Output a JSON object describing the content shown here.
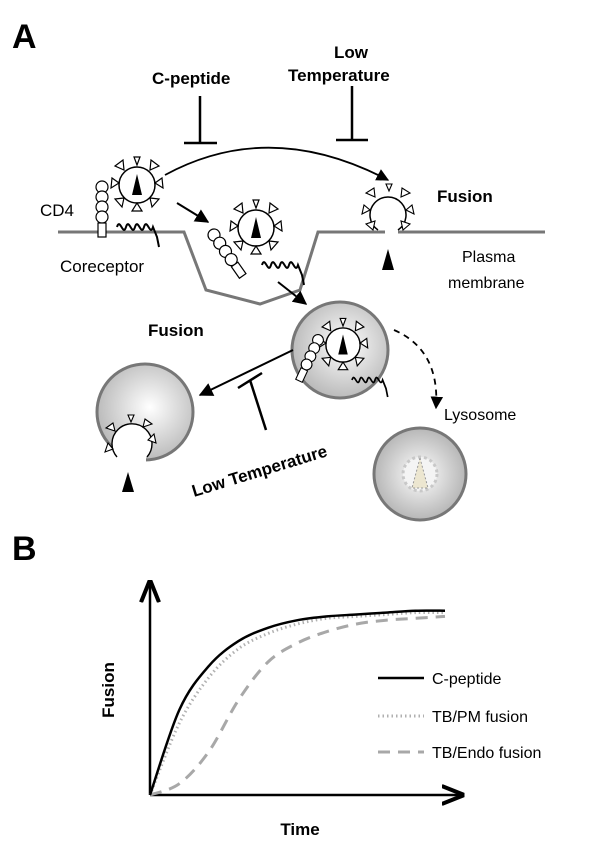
{
  "panel_a": {
    "letter": "A",
    "c_peptide": "C-peptide",
    "low_temp_top_1": "Low",
    "low_temp_top_2": "Temperature",
    "fusion_pm": "Fusion",
    "cd4": "CD4",
    "coreceptor": "Coreceptor",
    "plasma_1": "Plasma",
    "plasma_2": "membrane",
    "fusion_endo": "Fusion",
    "lysosome": "Lysosome",
    "low_temp_bottom": "Low Temperature"
  },
  "panel_b": {
    "letter": "B",
    "ylabel": "Fusion",
    "xlabel": "Time",
    "legend": [
      "C-peptide",
      "TB/PM fusion",
      "TB/Endo fusion"
    ]
  },
  "colors": {
    "membrane": "#777777",
    "grey_curve": "#b0b0b0",
    "dashed_curve": "#a8a8a8",
    "vesicle_fill": "#b8b8b8"
  },
  "chart_data": {
    "type": "line",
    "xlabel": "Time",
    "ylabel": "Fusion",
    "series": [
      {
        "name": "C-peptide",
        "x": [
          0,
          1,
          2,
          3,
          4,
          5,
          6,
          7,
          8,
          9,
          10
        ],
        "values": [
          0,
          0.45,
          0.68,
          0.81,
          0.88,
          0.92,
          0.94,
          0.95,
          0.96,
          0.97,
          0.97
        ]
      },
      {
        "name": "TB/PM fusion",
        "x": [
          0,
          1,
          2,
          3,
          4,
          5,
          6,
          7,
          8,
          9,
          10
        ],
        "values": [
          0,
          0.38,
          0.62,
          0.77,
          0.85,
          0.9,
          0.93,
          0.94,
          0.95,
          0.96,
          0.96
        ]
      },
      {
        "name": "TB/Endo fusion",
        "x": [
          0,
          1,
          2,
          3,
          4,
          5,
          6,
          7,
          8,
          9,
          10
        ],
        "values": [
          0,
          0.06,
          0.23,
          0.5,
          0.7,
          0.8,
          0.86,
          0.9,
          0.92,
          0.93,
          0.94
        ]
      }
    ]
  }
}
